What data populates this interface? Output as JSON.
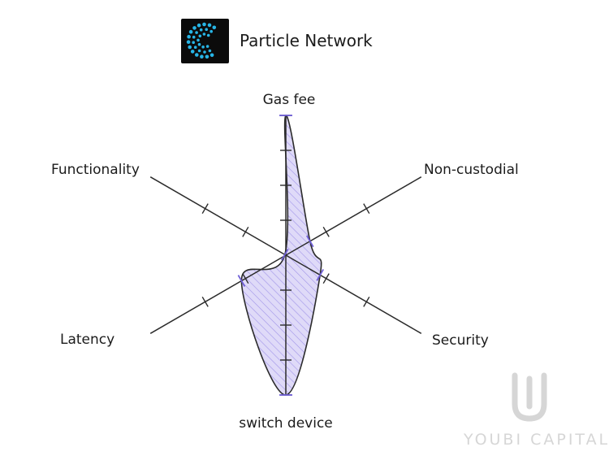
{
  "header": {
    "title": "Particle Network",
    "logo_icon": "particle-network-logo-icon"
  },
  "watermark": {
    "text": "YOUBI CAPITAL",
    "icon": "youbi-capital-logo-icon",
    "color": "#d6d6d6"
  },
  "colors": {
    "fill": "#b8acf0",
    "hatch": "#7f6fe0",
    "axis": "#2b2b2b",
    "accent_tick": "#6f5fd6",
    "logo_bg": "#0b0b0b",
    "logo_dots": "#27b5e6"
  },
  "chart_data": {
    "type": "radar",
    "title": "Particle Network",
    "axes": [
      "Gas fee",
      "Non-custodial",
      "Security",
      "switch device",
      "Latency",
      "Functionality"
    ],
    "scale_max": 6,
    "values": [
      6,
      1.2,
      1.7,
      6,
      2.2,
      0.05
    ],
    "grid": false,
    "legend": "none"
  }
}
